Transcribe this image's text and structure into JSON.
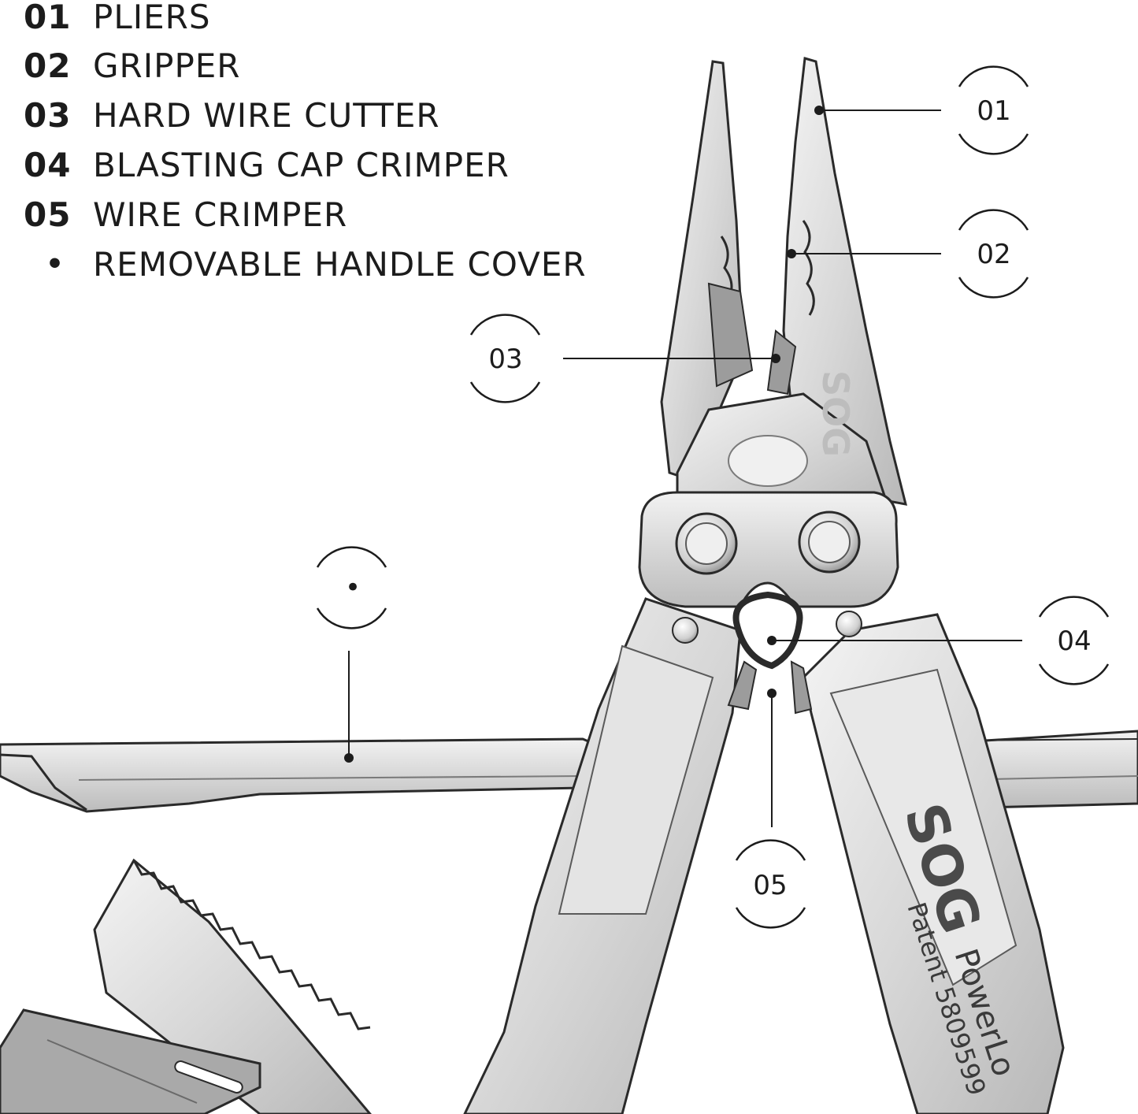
{
  "legend": [
    {
      "num": "01",
      "label": "PLIERS"
    },
    {
      "num": "02",
      "label": "GRIPPER"
    },
    {
      "num": "03",
      "label": "HARD WIRE CUTTER"
    },
    {
      "num": "04",
      "label": "BLASTING CAP CRIMPER"
    },
    {
      "num": "05",
      "label": "WIRE CRIMPER"
    },
    {
      "num": "•",
      "label": "REMOVABLE HANDLE COVER"
    }
  ],
  "callouts": {
    "c01": "01",
    "c02": "02",
    "c03": "03",
    "c04": "04",
    "c05": "05",
    "cover": "•"
  },
  "tool_markings": {
    "brand": "SOG",
    "model": "PowerLo",
    "patent": "Patent 5809599"
  },
  "colors": {
    "steel_light": "#e6e6e6",
    "steel_mid": "#c9c9c9",
    "steel_dark": "#8a8a8a",
    "outline": "#2a2a2a",
    "text": "#1c1c1c"
  }
}
